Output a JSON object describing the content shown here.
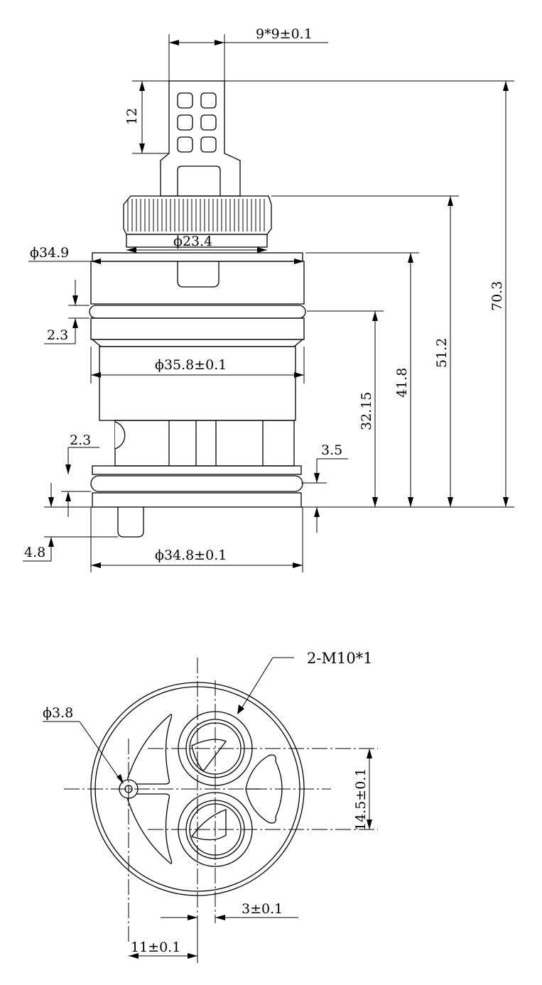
{
  "side_view": {
    "dimensions": {
      "stem_square": "9*9±0.1",
      "stem_height": "12",
      "spline_diameter": "ϕ23.4",
      "flange_diameter": "ϕ34.9",
      "groove_top": "2.3",
      "body_diameter": "ϕ35.8±0.1",
      "notch": "2.3",
      "seat": "3.5",
      "pin": "4.8",
      "base_diameter": "ϕ34.8±0.1",
      "height_1": "32.15",
      "height_2": "41.8",
      "height_3": "51.2",
      "total_height": "70.3"
    }
  },
  "bottom_view": {
    "dimensions": {
      "ports": "2-M10*1",
      "pin_hole": "ϕ3.8",
      "port_spacing": "14.5±0.1",
      "offset": "3±0.1",
      "pin_offset": "11±0.1"
    }
  }
}
